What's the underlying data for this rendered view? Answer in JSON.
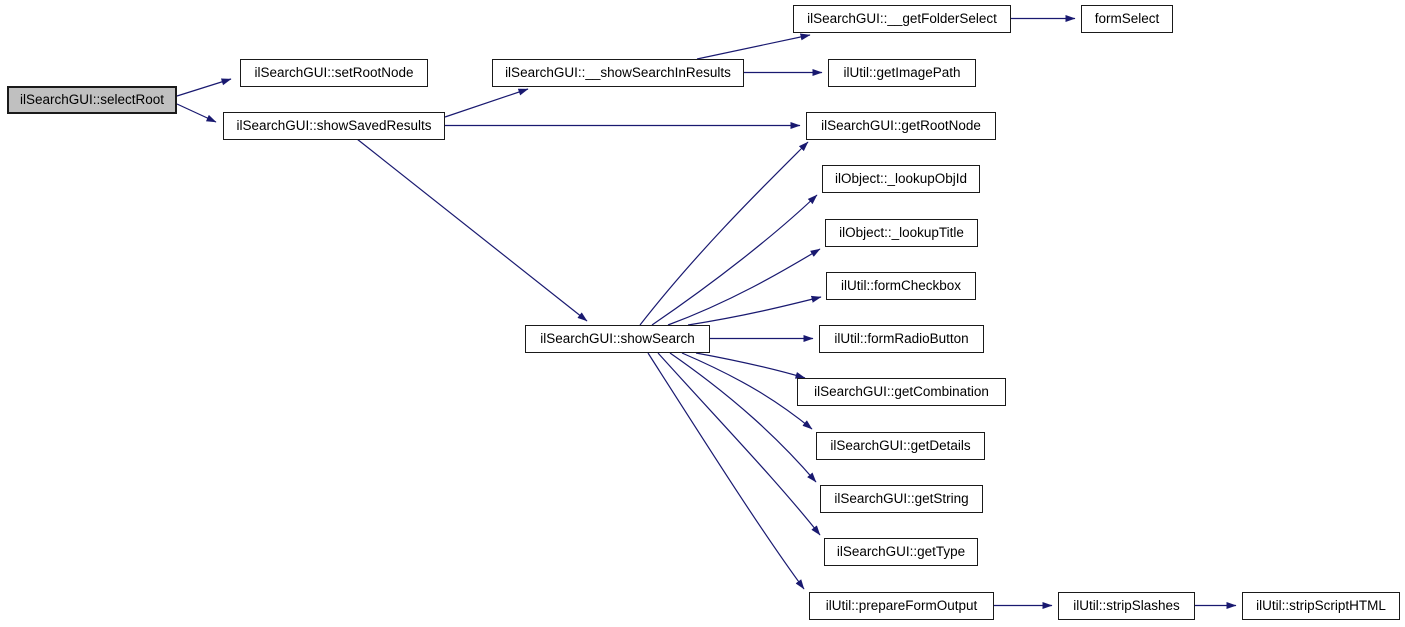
{
  "diagram": {
    "type": "doxygen-call-graph",
    "title": "",
    "root_function": "ilSearchGUI::selectRoot"
  },
  "theme": {
    "edge-color": "#191970",
    "node-border": "#1a1a1a",
    "node-fill": "#ffffff",
    "highlight-fill": "#c0c0c0",
    "text-color": "#000000"
  },
  "nodes": [
    {
      "label": "ilSearchGUI::selectRoot",
      "highlighted": true
    },
    {
      "label": "ilSearchGUI::setRootNode",
      "highlighted": false
    },
    {
      "label": "ilSearchGUI::showSavedResults",
      "highlighted": false
    },
    {
      "label": "ilSearchGUI::__showSearchInResults",
      "highlighted": false
    },
    {
      "label": "ilSearchGUI::__getFolderSelect",
      "highlighted": false
    },
    {
      "label": "formSelect",
      "highlighted": false
    },
    {
      "label": "ilUtil::getImagePath",
      "highlighted": false
    },
    {
      "label": "ilSearchGUI::getRootNode",
      "highlighted": false
    },
    {
      "label": "ilObject::_lookupObjId",
      "highlighted": false
    },
    {
      "label": "ilObject::_lookupTitle",
      "highlighted": false
    },
    {
      "label": "ilUtil::formCheckbox",
      "highlighted": false
    },
    {
      "label": "ilUtil::formRadioButton",
      "highlighted": false
    },
    {
      "label": "ilSearchGUI::getCombination",
      "highlighted": false
    },
    {
      "label": "ilSearchGUI::getDetails",
      "highlighted": false
    },
    {
      "label": "ilSearchGUI::getString",
      "highlighted": false
    },
    {
      "label": "ilSearchGUI::getType",
      "highlighted": false
    },
    {
      "label": "ilSearchGUI::showSearch",
      "highlighted": false
    },
    {
      "label": "ilUtil::prepareFormOutput",
      "highlighted": false
    },
    {
      "label": "ilUtil::stripSlashes",
      "highlighted": false
    },
    {
      "label": "ilUtil::stripScriptHTML",
      "highlighted": false
    }
  ],
  "edges": [
    {
      "from": "ilSearchGUI::selectRoot",
      "to": "ilSearchGUI::setRootNode"
    },
    {
      "from": "ilSearchGUI::selectRoot",
      "to": "ilSearchGUI::showSavedResults"
    },
    {
      "from": "ilSearchGUI::showSavedResults",
      "to": "ilSearchGUI::__showSearchInResults"
    },
    {
      "from": "ilSearchGUI::showSavedResults",
      "to": "ilSearchGUI::getRootNode"
    },
    {
      "from": "ilSearchGUI::showSavedResults",
      "to": "ilSearchGUI::showSearch"
    },
    {
      "from": "ilSearchGUI::__showSearchInResults",
      "to": "ilSearchGUI::__getFolderSelect"
    },
    {
      "from": "ilSearchGUI::__showSearchInResults",
      "to": "ilUtil::getImagePath"
    },
    {
      "from": "ilSearchGUI::__getFolderSelect",
      "to": "formSelect"
    },
    {
      "from": "ilSearchGUI::showSearch",
      "to": "ilSearchGUI::getRootNode"
    },
    {
      "from": "ilSearchGUI::showSearch",
      "to": "ilObject::_lookupObjId"
    },
    {
      "from": "ilSearchGUI::showSearch",
      "to": "ilObject::_lookupTitle"
    },
    {
      "from": "ilSearchGUI::showSearch",
      "to": "ilUtil::formCheckbox"
    },
    {
      "from": "ilSearchGUI::showSearch",
      "to": "ilUtil::formRadioButton"
    },
    {
      "from": "ilSearchGUI::showSearch",
      "to": "ilSearchGUI::getCombination"
    },
    {
      "from": "ilSearchGUI::showSearch",
      "to": "ilSearchGUI::getDetails"
    },
    {
      "from": "ilSearchGUI::showSearch",
      "to": "ilSearchGUI::getString"
    },
    {
      "from": "ilSearchGUI::showSearch",
      "to": "ilSearchGUI::getType"
    },
    {
      "from": "ilSearchGUI::showSearch",
      "to": "ilUtil::prepareFormOutput"
    },
    {
      "from": "ilUtil::prepareFormOutput",
      "to": "ilUtil::stripSlashes"
    },
    {
      "from": "ilUtil::stripSlashes",
      "to": "ilUtil::stripScriptHTML"
    }
  ]
}
